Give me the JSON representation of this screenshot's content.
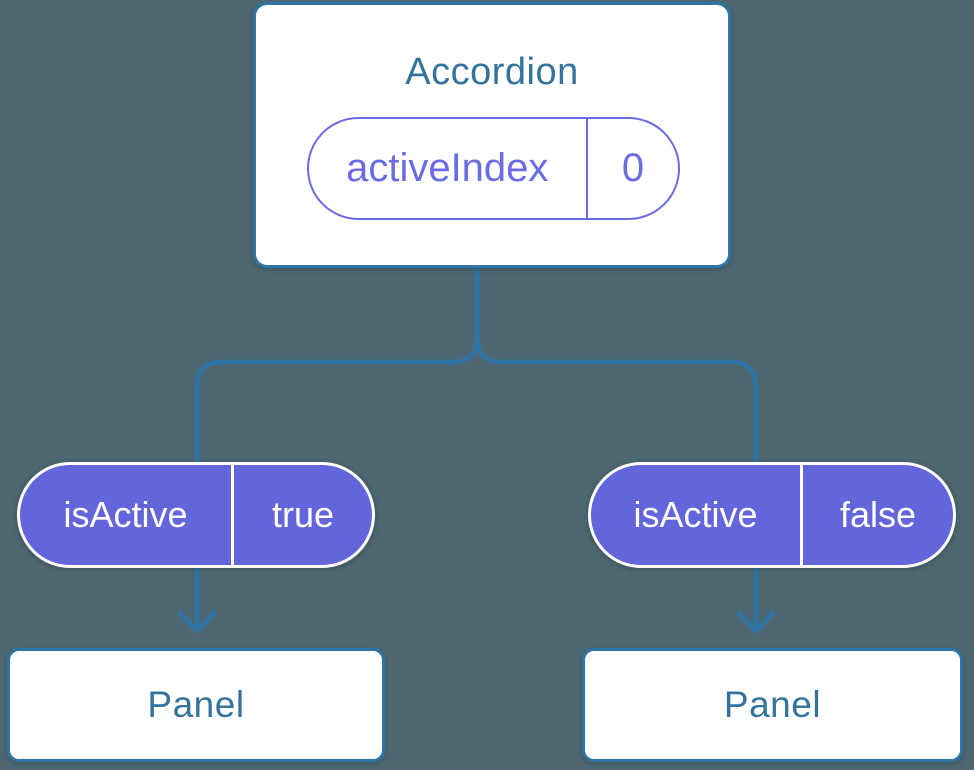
{
  "colors": {
    "background": "#4d6872",
    "connector_blue": "#2e74a6",
    "heading_blue": "#33739c",
    "pill_fill_purple": "#6365da",
    "pill_accent_purple": "#6b6be4",
    "node_fill": "#ffffff"
  },
  "accordion_node": {
    "title": "Accordion",
    "state_pill": {
      "name": "activeIndex",
      "value": "0"
    }
  },
  "prop_pills": [
    {
      "name": "isActive",
      "value": "true"
    },
    {
      "name": "isActive",
      "value": "false"
    }
  ],
  "panel_nodes": [
    {
      "label": "Panel"
    },
    {
      "label": "Panel"
    }
  ]
}
